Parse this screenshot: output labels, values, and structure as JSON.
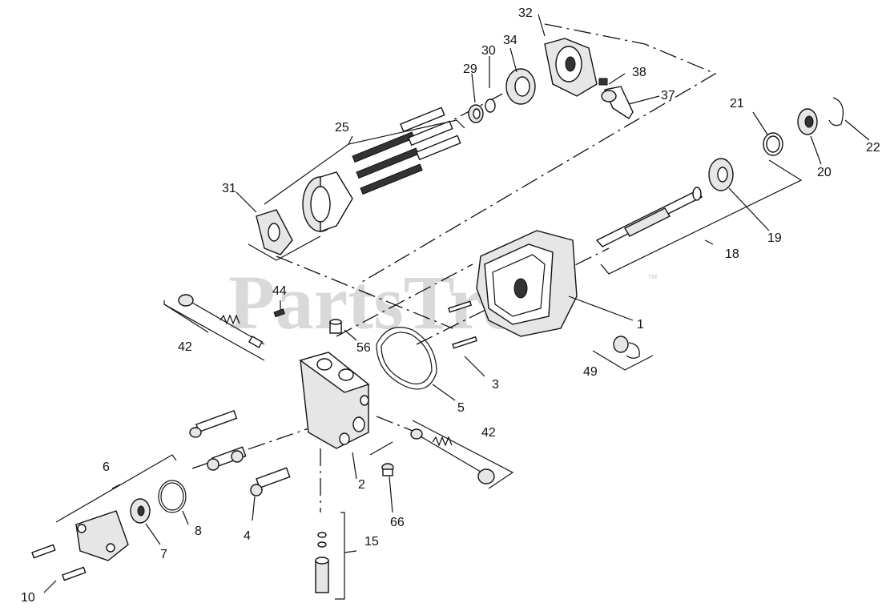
{
  "watermark": {
    "text": "PartsTree",
    "trademark": "™"
  },
  "labels": [
    "1",
    "2",
    "3",
    "4",
    "5",
    "6",
    "7",
    "8",
    "10",
    "15",
    "18",
    "19",
    "20",
    "21",
    "22",
    "25",
    "29",
    "30",
    "31",
    "32",
    "34",
    "37",
    "38",
    "42",
    "42",
    "44",
    "49",
    "56",
    "66"
  ]
}
